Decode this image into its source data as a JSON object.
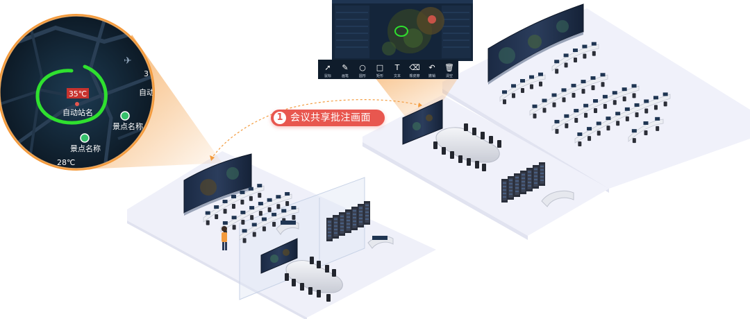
{
  "step_badge": {
    "number": "1",
    "label": "会议共享批注画面"
  },
  "magnifier": {
    "temperature_badge": "35℃",
    "station_label": "自动站名",
    "station_label_partial": "自动",
    "scenic_label_1": "景点名称",
    "scenic_label_2": "景点名称",
    "temperature_low": "28℃",
    "edge_digit": "3"
  },
  "annotation_toolbar": {
    "tools": [
      {
        "icon": "cursor-icon",
        "label": "鼠标"
      },
      {
        "icon": "pen-icon",
        "label": "画笔"
      },
      {
        "icon": "ellipse-icon",
        "label": "圆形"
      },
      {
        "icon": "rectangle-icon",
        "label": "矩形"
      },
      {
        "icon": "text-icon",
        "label": "文本"
      },
      {
        "icon": "eraser-icon",
        "label": "橡皮擦"
      },
      {
        "icon": "undo-icon",
        "label": "撤销"
      },
      {
        "icon": "trash-icon",
        "label": "清空"
      }
    ]
  },
  "colors": {
    "accent": "#e8574f",
    "annotation_stroke": "#2fe02f",
    "magnifier_ring": "#f39a3c",
    "map_dark": "#0f1d2b",
    "floor": "#f1f2fb"
  }
}
